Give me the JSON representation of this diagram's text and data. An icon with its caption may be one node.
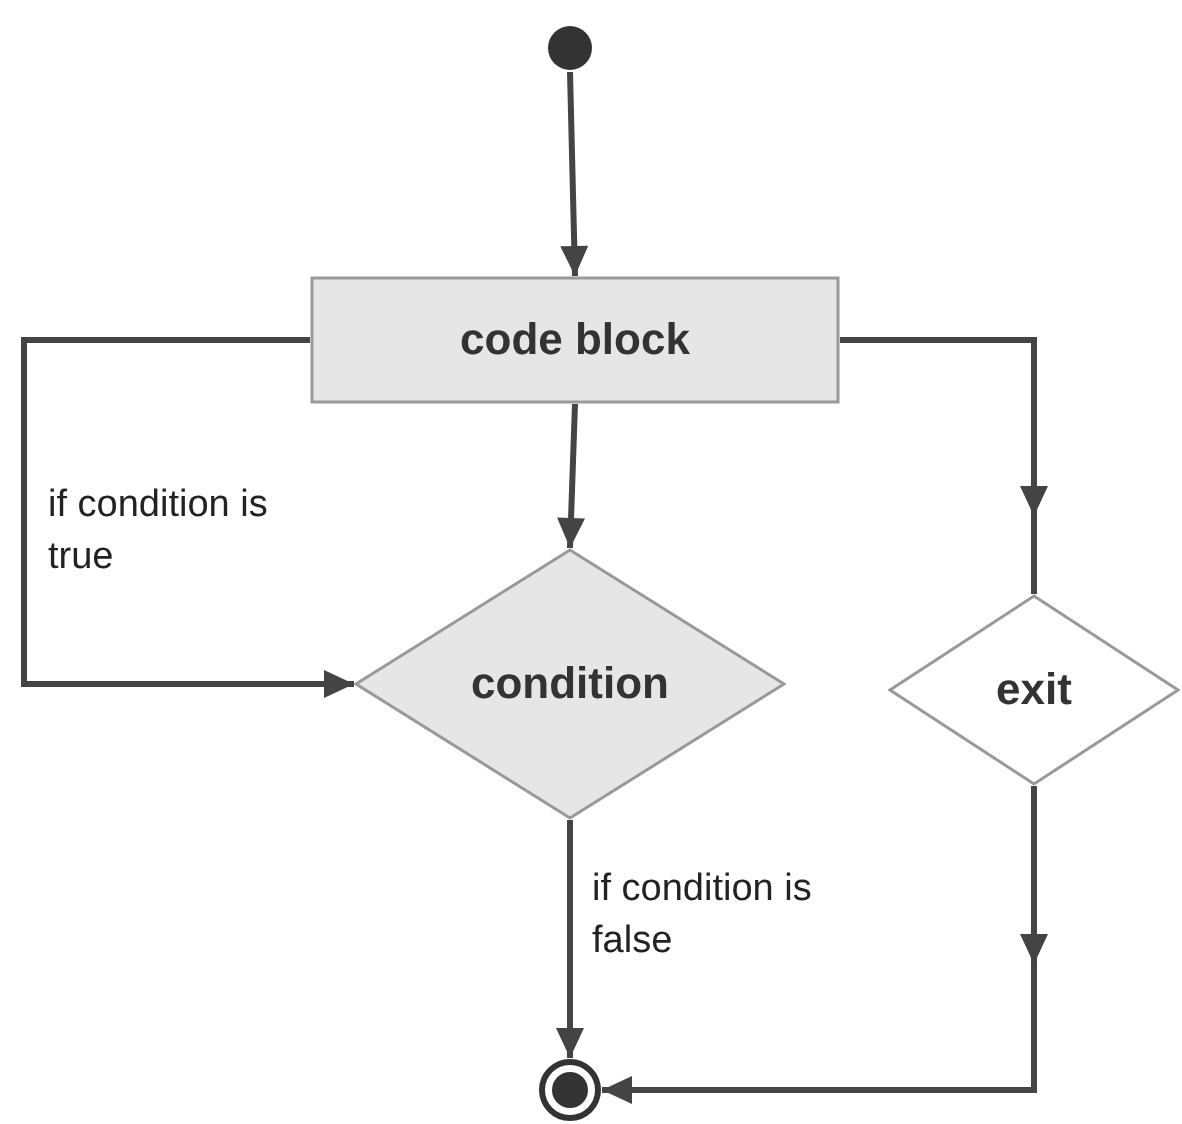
{
  "diagram": {
    "nodes": [
      {
        "text": [],
        "shape": "circle"
      },
      {
        "text": [
          "code block"
        ]
      },
      {
        "text": [
          "condition"
        ]
      },
      {
        "text": [
          "exit"
        ]
      },
      {
        "text": [],
        "shape": "circle"
      }
    ],
    "edges": [
      {
        "from": 0,
        "to": 1,
        "arrow": "to"
      },
      {
        "from": 1,
        "to": 2,
        "arrow": "to"
      },
      {
        "from": 1,
        "to": 3,
        "arrow": "to"
      },
      {
        "from": 1,
        "to": 2,
        "arrow": "to",
        "label": "if condition is true"
      },
      {
        "from": 2,
        "to": 4,
        "arrow": "to",
        "label": "if condition is false"
      },
      {
        "from": 3,
        "to": 4,
        "arrow": "to"
      }
    ]
  }
}
